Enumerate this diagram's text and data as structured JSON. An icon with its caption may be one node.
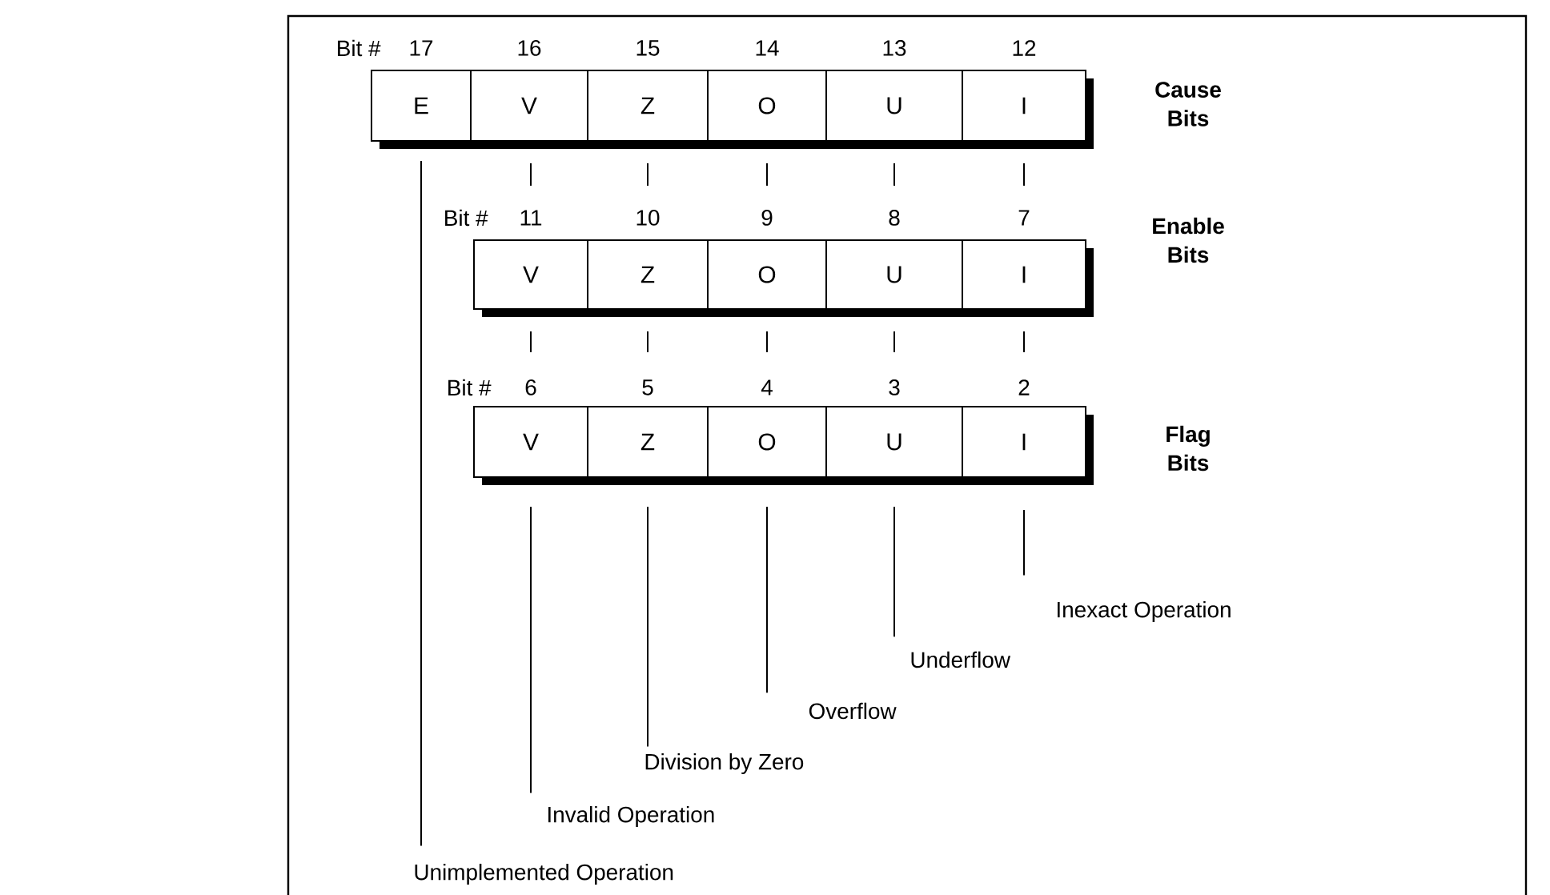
{
  "diagram": {
    "nodes": [
      {
        "text": [
          "Cause Bits"
        ],
        "beside": [
          "Bit #"
        ]
      },
      {
        "text": [
          "E"
        ],
        "in": 0,
        "beside": [
          "17"
        ]
      },
      {
        "text": [
          "V"
        ],
        "in": 0,
        "beside": [
          "16"
        ]
      },
      {
        "text": [
          "Z"
        ],
        "in": 0,
        "beside": [
          "15"
        ]
      },
      {
        "text": [
          "O"
        ],
        "in": 0,
        "beside": [
          "14"
        ]
      },
      {
        "text": [
          "U"
        ],
        "in": 0,
        "beside": [
          "13"
        ]
      },
      {
        "text": [
          "I"
        ],
        "in": 0,
        "beside": [
          "12"
        ]
      },
      {
        "text": [
          "Enable Bits"
        ],
        "beside": [
          "Bit #"
        ]
      },
      {
        "text": [
          "V"
        ],
        "in": 7,
        "beside": [
          "11"
        ]
      },
      {
        "text": [
          "Z"
        ],
        "in": 7,
        "beside": [
          "10"
        ]
      },
      {
        "text": [
          "O"
        ],
        "in": 7,
        "beside": [
          "9"
        ]
      },
      {
        "text": [
          "U"
        ],
        "in": 7,
        "beside": [
          "8"
        ]
      },
      {
        "text": [
          "I"
        ],
        "in": 7,
        "beside": [
          "7"
        ]
      },
      {
        "text": [
          "Flag Bits"
        ],
        "beside": [
          "Bit #"
        ]
      },
      {
        "text": [
          "V"
        ],
        "in": 13,
        "beside": [
          "6"
        ]
      },
      {
        "text": [
          "Z"
        ],
        "in": 13,
        "beside": [
          "5"
        ]
      },
      {
        "text": [
          "O"
        ],
        "in": 13,
        "beside": [
          "4"
        ]
      },
      {
        "text": [
          "U"
        ],
        "in": 13,
        "beside": [
          "3"
        ]
      },
      {
        "text": [
          "I"
        ],
        "in": 13,
        "beside": [
          "2"
        ]
      },
      {
        "text": [
          "Inexact Operation"
        ]
      },
      {
        "text": [
          "Underflow"
        ]
      },
      {
        "text": [
          "Overflow"
        ]
      },
      {
        "text": [
          "Division by Zero"
        ]
      },
      {
        "text": [
          "Invalid Operation"
        ]
      },
      {
        "text": [
          "Unimplemented Operation"
        ]
      }
    ],
    "edges": [
      {
        "from": 19,
        "to": 18,
        "arrow": "none"
      },
      {
        "from": 20,
        "to": 17,
        "arrow": "none"
      },
      {
        "from": 21,
        "to": 16,
        "arrow": "none"
      },
      {
        "from": 22,
        "to": 15,
        "arrow": "none"
      },
      {
        "from": 23,
        "to": 14,
        "arrow": "none"
      },
      {
        "from": 24,
        "to": 1,
        "arrow": "none"
      }
    ]
  }
}
